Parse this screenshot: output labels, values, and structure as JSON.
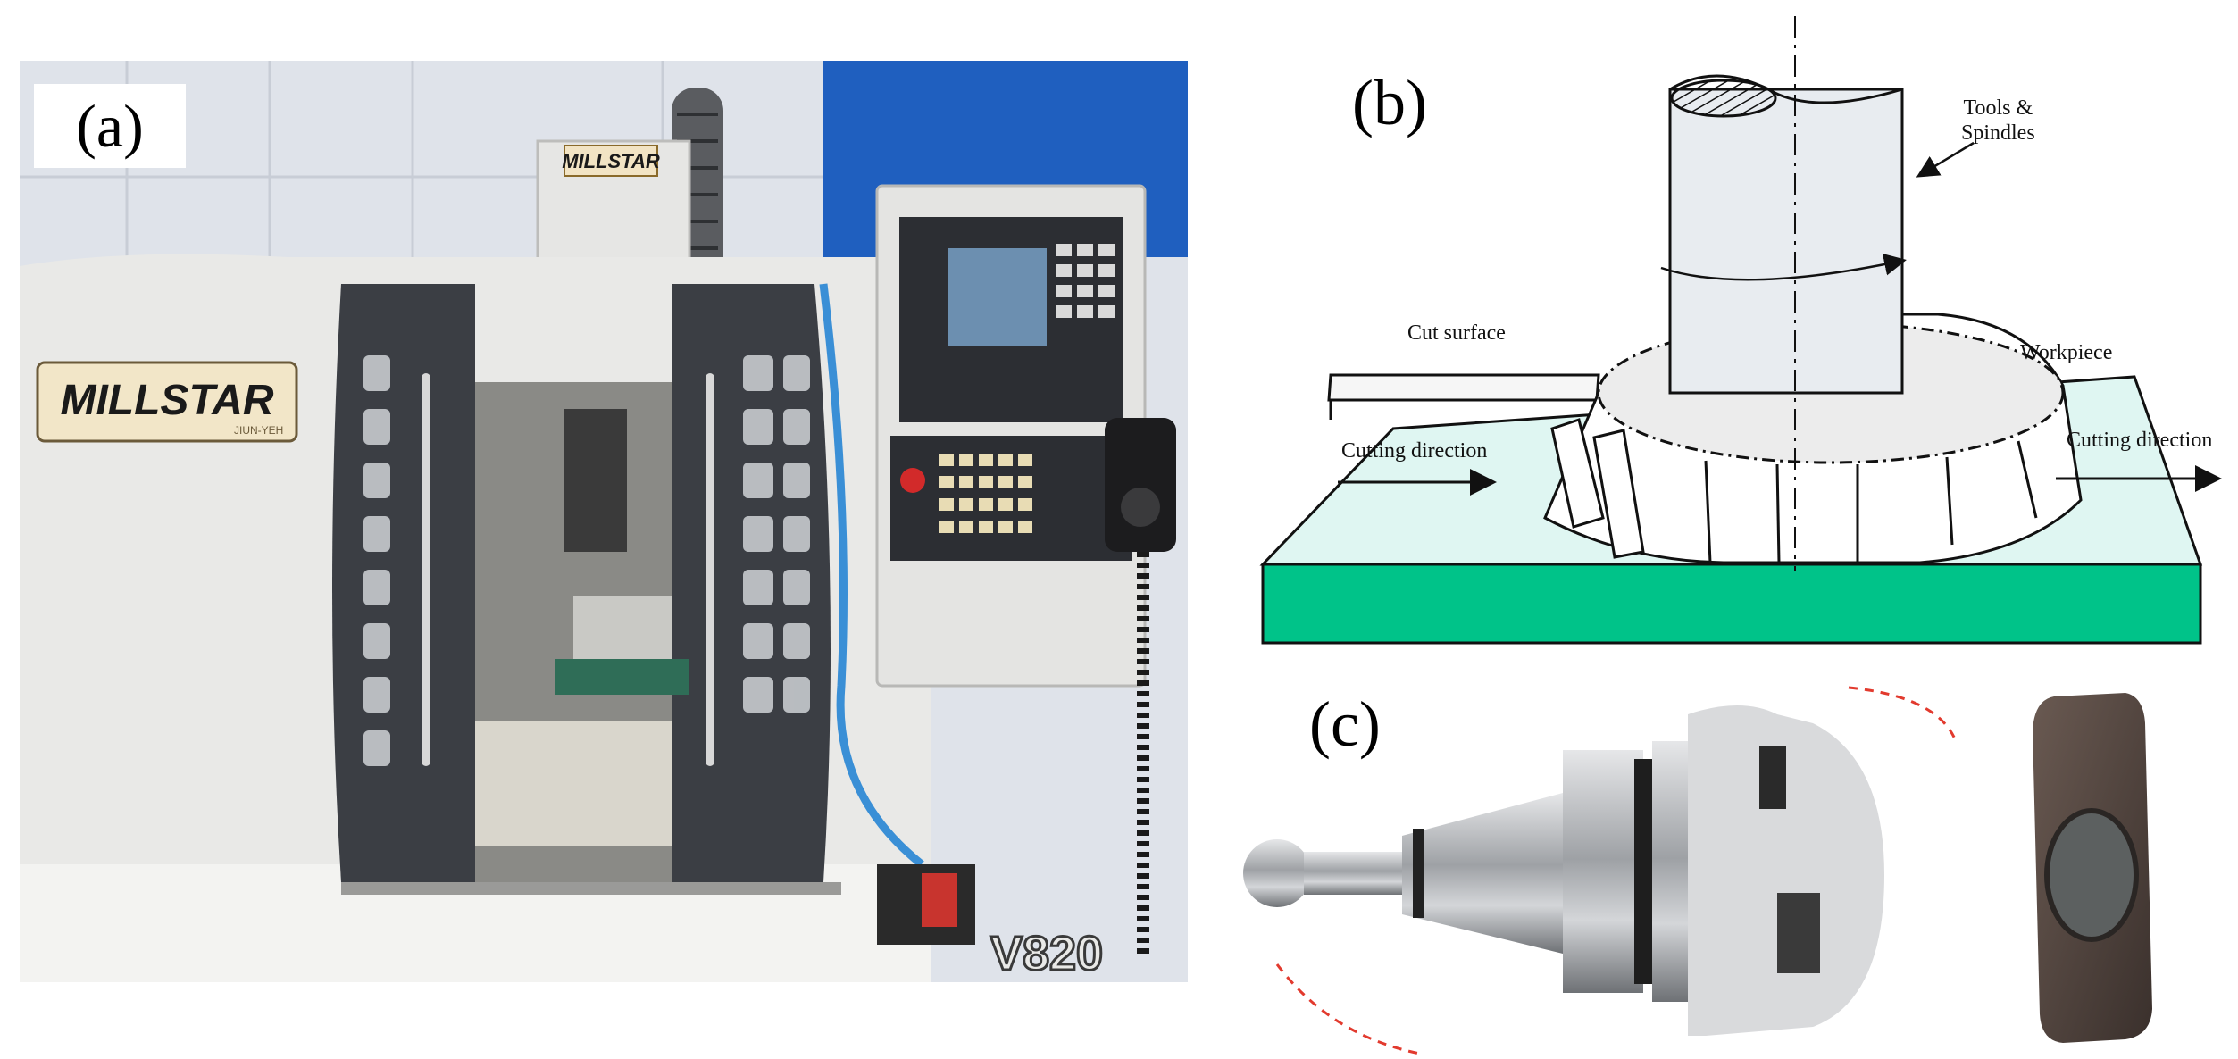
{
  "panels": {
    "a": {
      "label": "(a)",
      "machine_brand_left": "MILLSTAR",
      "machine_brand_sub": "JIUN-YEH",
      "machine_brand_head": "MILLSTAR",
      "model_text": "V820"
    },
    "b": {
      "label": "(b)",
      "tools_spindles": "Tools &\nSpindles",
      "cut_surface": "Cut surface",
      "workpiece": "Workpiece",
      "cutting_direction_left": "Cutting direction",
      "cutting_direction_right": "Cutting direction"
    },
    "c": {
      "label": "(c)"
    }
  },
  "colors": {
    "workpiece_top": "#dff6f2",
    "workpiece_side": "#00c389",
    "machine_body": "#e9e9e7",
    "machine_door": "#3b3e44",
    "enclosure_wall": "#dfe3ea",
    "blue_wall": "#1f5fbf",
    "cable_blue": "#3a8fd6",
    "tool_steel": "#b9bcc0",
    "insert_dark": "#4a3f3a",
    "arc_red": "#e23a2e"
  }
}
